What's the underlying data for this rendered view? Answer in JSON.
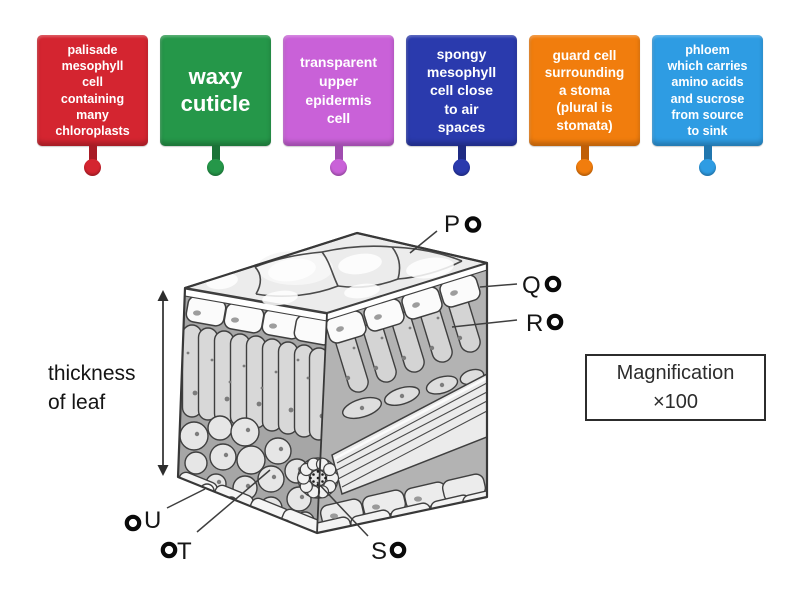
{
  "cards": [
    {
      "label": "palisade\nmesophyll\ncell\ncontaining\nmany\nchloroplasts",
      "color": "#d42530",
      "stem_color": "#a81c26"
    },
    {
      "label": "waxy\ncuticle",
      "color": "#259749",
      "stem_color": "#1b7338"
    },
    {
      "label": "transparent\nupper\nepidermis\ncell",
      "color": "#c961d8",
      "stem_color": "#a04caf"
    },
    {
      "label": "spongy\nmesophyll\ncell close\nto air\nspaces",
      "color": "#2a3aad",
      "stem_color": "#1f2b83"
    },
    {
      "label": "guard cell\nsurrounding\na stoma\n(plural is\nstomata)",
      "color": "#f17d0d",
      "stem_color": "#c05f07"
    },
    {
      "label": "phloem\nwhich carries\namino acids\nand sucrose\nfrom source\nto sink",
      "color": "#2e9ce3",
      "stem_color": "#2176ae"
    }
  ],
  "diagram": {
    "markers": [
      {
        "letter": "P"
      },
      {
        "letter": "Q"
      },
      {
        "letter": "R"
      },
      {
        "letter": "S"
      },
      {
        "letter": "T"
      },
      {
        "letter": "U"
      }
    ],
    "thickness_label": {
      "line1": "thickness",
      "line2": "of leaf"
    },
    "magnification": {
      "line1": "Magnification",
      "line2": "×100"
    }
  }
}
